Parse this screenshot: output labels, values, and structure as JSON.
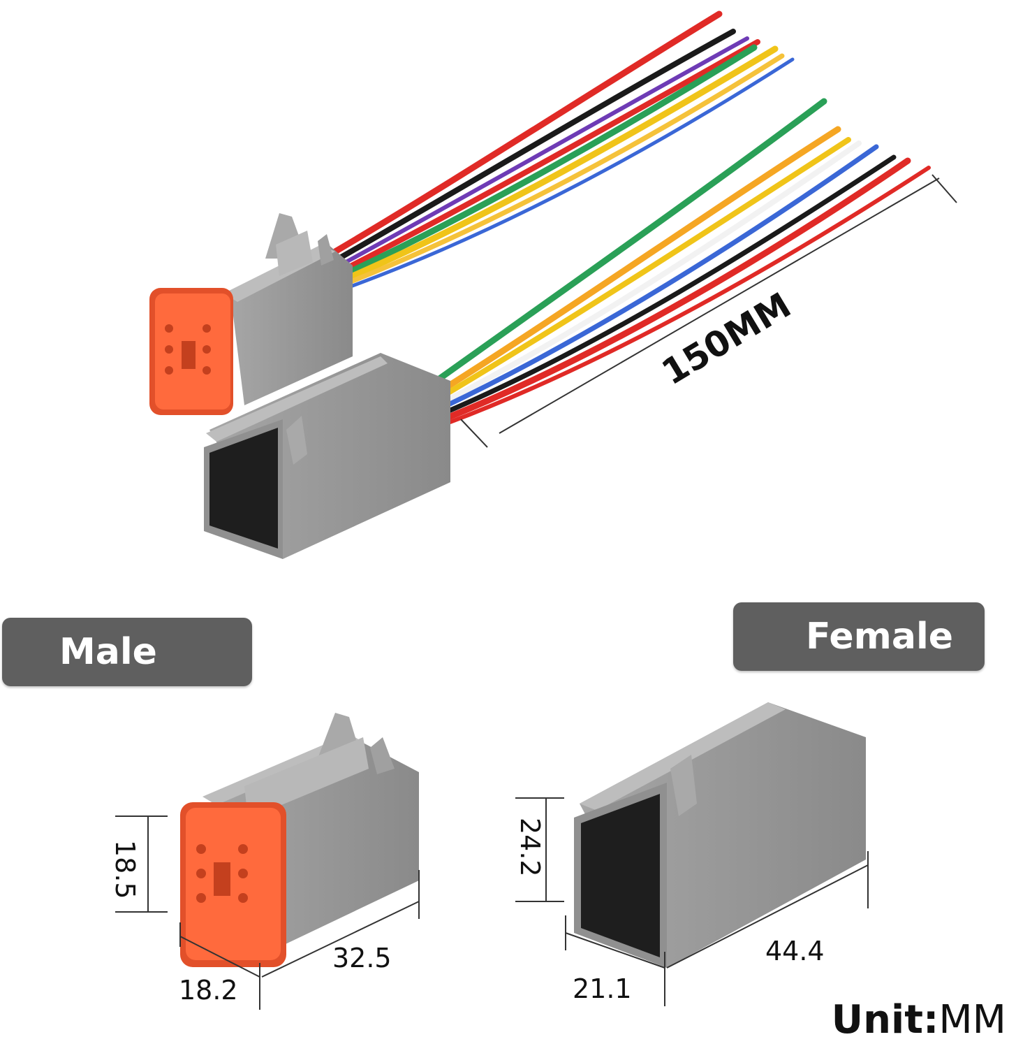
{
  "labels": {
    "male": "Male",
    "female": "Female",
    "cable_length": "150MM",
    "unit_prefix": "Unit:",
    "unit_value": "MM"
  },
  "dimensions": {
    "male_height": "18.5",
    "male_length": "32.5",
    "male_width": "18.2",
    "female_height": "24.2",
    "female_length": "44.4",
    "female_width": "21.1"
  },
  "colors": {
    "housing_gray": "#9a9a9a",
    "seal_orange": "#ff6a3d",
    "label_bg": "#5f5f5f",
    "label_text": "#ffffff"
  },
  "wire_colors": [
    "red",
    "black",
    "green",
    "yellow",
    "blue",
    "white",
    "orange"
  ]
}
